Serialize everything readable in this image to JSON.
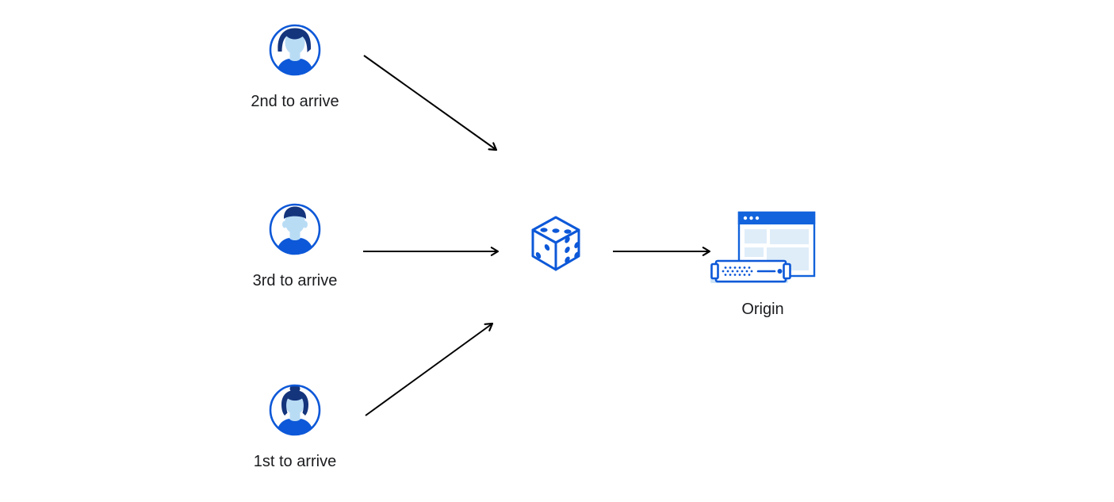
{
  "diagram": {
    "title": "random-steering-to-origin-diagram",
    "clients": [
      {
        "id": "client-2nd",
        "label": "2nd to arrive",
        "icon": "avatar-man-swept-hair-icon"
      },
      {
        "id": "client-3rd",
        "label": "3rd to arrive",
        "icon": "avatar-man-short-hair-icon"
      },
      {
        "id": "client-1st",
        "label": "1st to arrive",
        "icon": "avatar-woman-bun-icon"
      }
    ],
    "steering": {
      "id": "random-steering",
      "icon": "dice-icon"
    },
    "origin": {
      "id": "origin",
      "label": "Origin",
      "icon": "origin-server-browser-icon"
    },
    "arrows": [
      {
        "from": "client-2nd",
        "to": "random-steering"
      },
      {
        "from": "client-3rd",
        "to": "random-steering"
      },
      {
        "from": "client-1st",
        "to": "random-steering"
      },
      {
        "from": "random-steering",
        "to": "origin"
      }
    ],
    "colors": {
      "primary_blue": "#0d58d8",
      "navy_hair": "#14347c",
      "face_light_blue": "#b9dcf5",
      "panel_pale_blue": "#dfedf9",
      "server_shadow_blue": "#cfe4f7",
      "arrow_black": "#000000",
      "text": "#1b1c1f",
      "background": "#ffffff"
    }
  }
}
